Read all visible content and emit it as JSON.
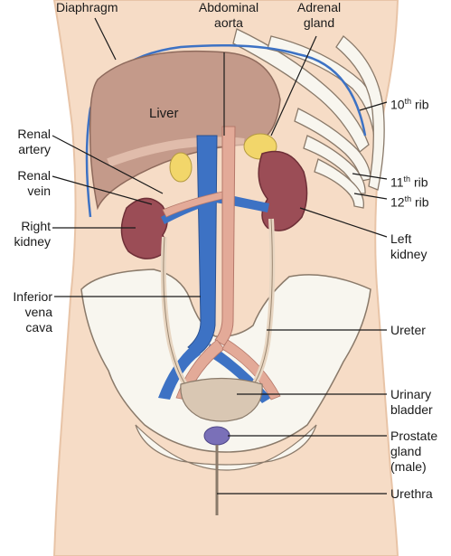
{
  "labels": {
    "diaphragm": "Diaphragm",
    "abdominal_aorta": [
      "Abdominal",
      "aorta"
    ],
    "adrenal_gland": [
      "Adrenal",
      "gland"
    ],
    "liver": "Liver",
    "rib_10": {
      "num": "10",
      "sup": "th",
      "word": " rib"
    },
    "rib_11": {
      "num": "11",
      "sup": "th",
      "word": " rib"
    },
    "rib_12": {
      "num": "12",
      "sup": "th",
      "word": " rib"
    },
    "renal_artery": [
      "Renal",
      "artery"
    ],
    "renal_vein": [
      "Renal",
      "vein"
    ],
    "right_kidney": [
      "Right",
      "kidney"
    ],
    "left_kidney": [
      "Left",
      "kidney"
    ],
    "inferior_vena_cava": [
      "Inferior",
      "vena",
      "cava"
    ],
    "ureter": "Ureter",
    "urinary_bladder": [
      "Urinary",
      "bladder"
    ],
    "prostate_gland": [
      "Prostate",
      "gland",
      "(male)"
    ],
    "urethra": "Urethra"
  },
  "colors": {
    "skin": "#f6dcc6",
    "skin_edge": "#e8c4a7",
    "liver": "#c49a8a",
    "kidney": "#9b4d56",
    "vein": "#3d72c4",
    "artery": "#e3aa98",
    "adrenal": "#f2d66a",
    "bone": "#f8f6ef",
    "bladder": "#d9c7b3",
    "prostate": "#7a70b8",
    "leader": "#1a1a1a"
  }
}
